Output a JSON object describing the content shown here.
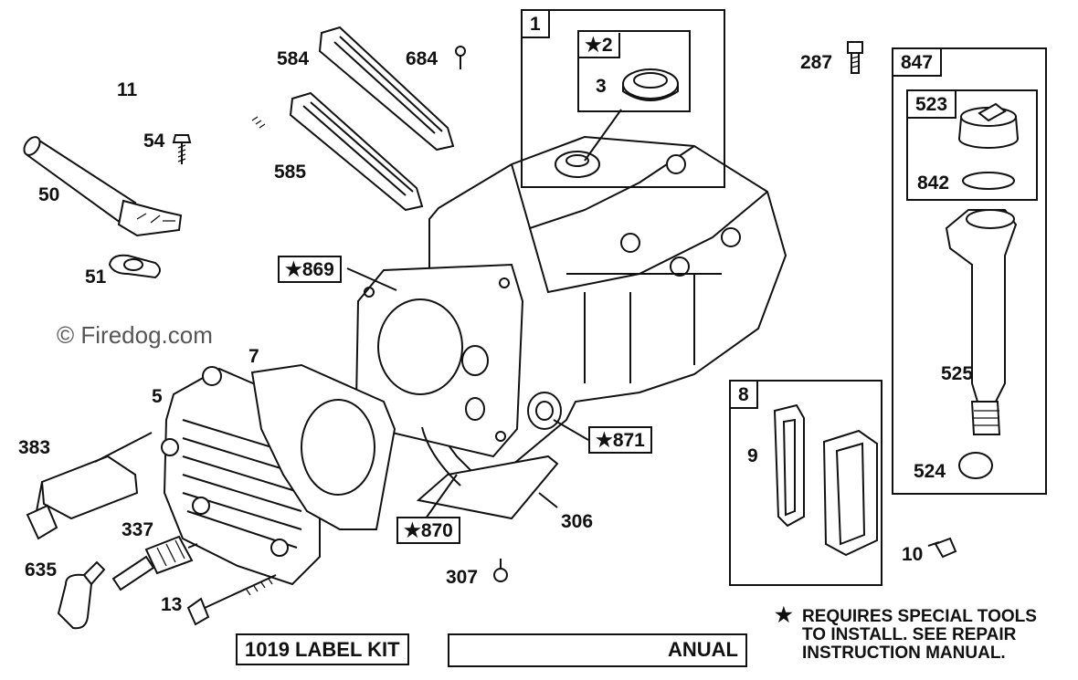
{
  "watermark": "© Firedog.com",
  "callouts": {
    "c11": "11",
    "c54": "54",
    "c50": "50",
    "c51": "51",
    "c584": "584",
    "c684": "684",
    "c585": "585",
    "c287": "287",
    "c3": "3",
    "c5": "5",
    "c7": "7",
    "c383": "383",
    "c337": "337",
    "c635": "635",
    "c13": "13",
    "c306": "306",
    "c307": "307",
    "c9": "9",
    "c10": "10",
    "c842": "842",
    "c525": "525",
    "c524": "524"
  },
  "starred": {
    "s2": "★2",
    "s869": "★869",
    "s871": "★871",
    "s870": "★870"
  },
  "frames": {
    "f1": "1",
    "f847": "847",
    "f523": "523",
    "f8": "8"
  },
  "note": {
    "star": "★",
    "line1": "REQUIRES SPECIAL TOOLS",
    "line2": "TO INSTALL.  SEE REPAIR",
    "line3": "INSTRUCTION MANUAL."
  },
  "kits": {
    "label_kit": "1019 LABEL KIT",
    "manual": "ANUAL"
  }
}
